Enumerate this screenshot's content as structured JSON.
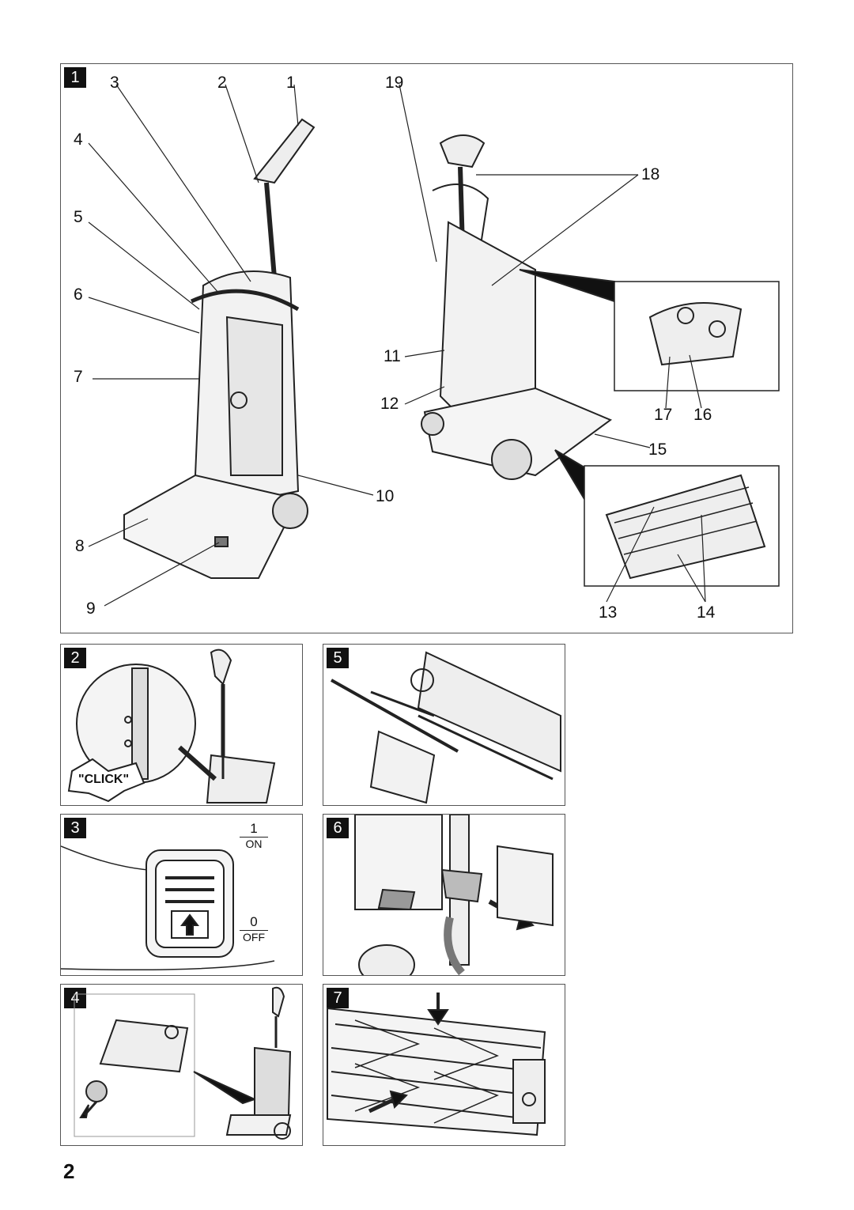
{
  "page_number": "2",
  "figures": [
    {
      "id": "1",
      "callouts": [
        "1",
        "2",
        "3",
        "4",
        "5",
        "6",
        "7",
        "8",
        "9",
        "10",
        "11",
        "12",
        "13",
        "14",
        "15",
        "16",
        "17",
        "18",
        "19"
      ]
    },
    {
      "id": "2",
      "click_text": "\"CLICK\""
    },
    {
      "id": "3",
      "switch_on_number": "1",
      "switch_on_text": "ON",
      "switch_off_number": "0",
      "switch_off_text": "OFF"
    },
    {
      "id": "4"
    },
    {
      "id": "5"
    },
    {
      "id": "6"
    },
    {
      "id": "7"
    }
  ]
}
